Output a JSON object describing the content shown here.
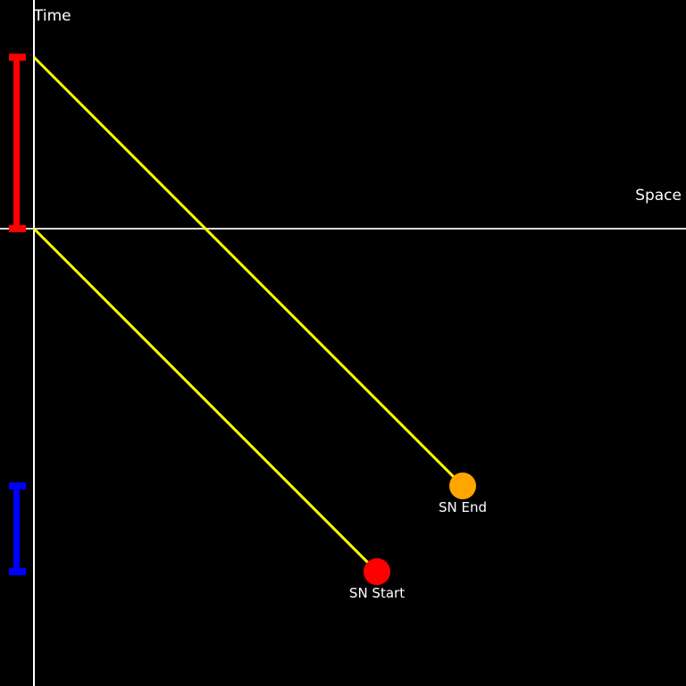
{
  "axes": {
    "time_label": "Time",
    "space_label": "Space"
  },
  "events": {
    "sn_start": {
      "label": "SN Start"
    },
    "sn_end": {
      "label": "SN End"
    }
  },
  "colors": {
    "background": "#000000",
    "axes": "#ffffff",
    "space_axis": "#d9d9d9",
    "light_ray": "#ffff00",
    "sn_start_marker": "#ff0000",
    "sn_end_marker": "#ffa500",
    "observed_interval_bar": "#ff0000",
    "emitted_interval_bar": "#0000ff"
  }
}
